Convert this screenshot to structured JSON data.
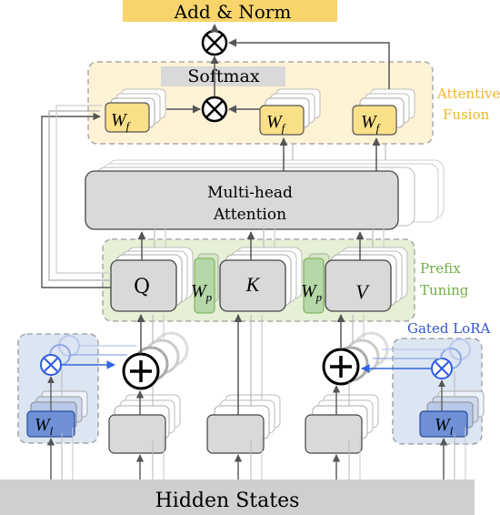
{
  "labels": {
    "add_norm": "Add & Norm",
    "softmax": "Softmax",
    "attentive_fusion_line1": "Attentive",
    "attentive_fusion_line2": "Fusion",
    "mha_line1": "Multi-head",
    "mha_line2": "Attention",
    "prefix_line1": "Prefix",
    "prefix_line2": "Tuning",
    "q": "Q",
    "k": "K",
    "v": "V",
    "gated_lora": "Gated LoRA",
    "hidden_states": "Hidden States"
  },
  "math": {
    "wf_base": "W",
    "wf_sub": "f",
    "wp_base": "W",
    "wp_sub": "p",
    "wl_base": "W",
    "wl_sub": "l"
  },
  "colors": {
    "add_norm_fill": "#f8d56b",
    "attentive_fill": "#fff3d6",
    "attentive_text": "#f0b429",
    "wf_fill": "#fbe08a",
    "box_gray": "#d9d9d9",
    "prefix_fill": "#e6f0d6",
    "prefix_text": "#70ad47",
    "wp_fill": "#b6d7a8",
    "lora_fill": "#dce6f2",
    "lora_text": "#3355cc",
    "wl_fill": "#6f8fd6",
    "hidden_fill": "#cfcfcf",
    "arrow": "#555555"
  }
}
